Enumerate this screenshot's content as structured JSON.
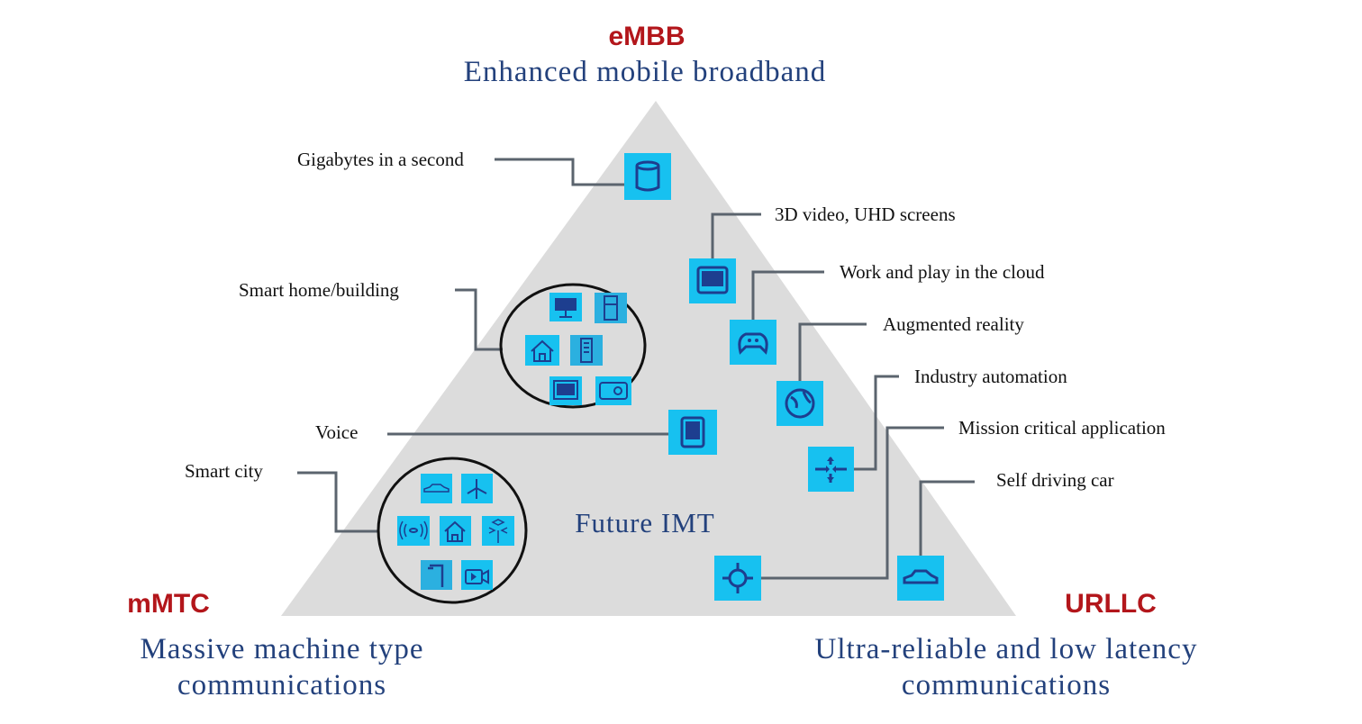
{
  "title_top": {
    "acronym": "eMBB",
    "name": "Enhanced mobile broadband"
  },
  "corner_left": {
    "acronym": "mMTC",
    "name_line1": "Massive machine type",
    "name_line2": "communications"
  },
  "corner_right": {
    "acronym": "URLLC",
    "name_line1": "Ultra-reliable and low latency",
    "name_line2": "communications"
  },
  "center_label": "Future IMT",
  "labels": {
    "gigabytes": "Gigabytes in a second",
    "video": "3D video, UHD screens",
    "cloud": "Work and play in the cloud",
    "ar": "Augmented reality",
    "industry": "Industry automation",
    "mission": "Mission critical application",
    "car": "Self driving car",
    "home": "Smart home/building",
    "voice": "Voice",
    "city": "Smart city"
  },
  "colors": {
    "triangle": "#dcdcdc",
    "icon_bg": "#17c1f0",
    "icon_glyph": "#1d3e8f",
    "acronym": "#b3161b",
    "heading": "#23417c"
  }
}
